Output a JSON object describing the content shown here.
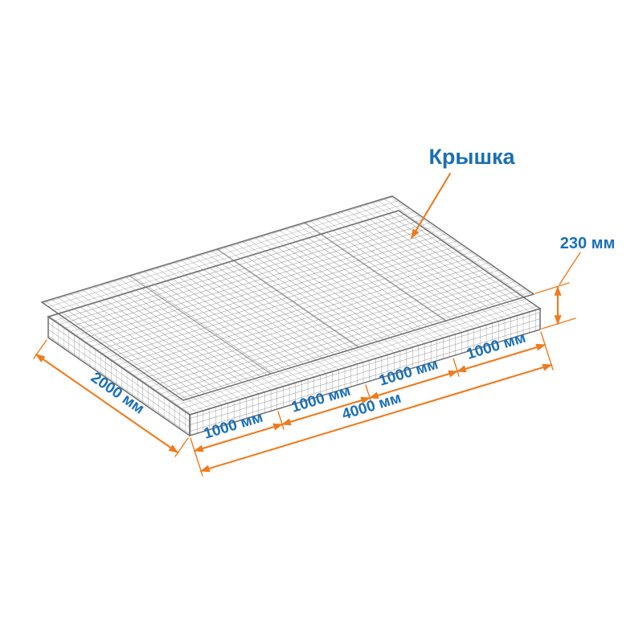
{
  "diagram": {
    "product_label": "Крышка",
    "dimensions": {
      "height": "230 мм",
      "width": "2000 мм",
      "length_total": "4000 мм",
      "length_segments": [
        "1000 мм",
        "1000 мм",
        "1000 мм",
        "1000 мм"
      ]
    },
    "colors": {
      "dimension_lines": "#f07a1c",
      "labels": "#1a6fb5",
      "mesh": "#8f8f8f"
    }
  }
}
